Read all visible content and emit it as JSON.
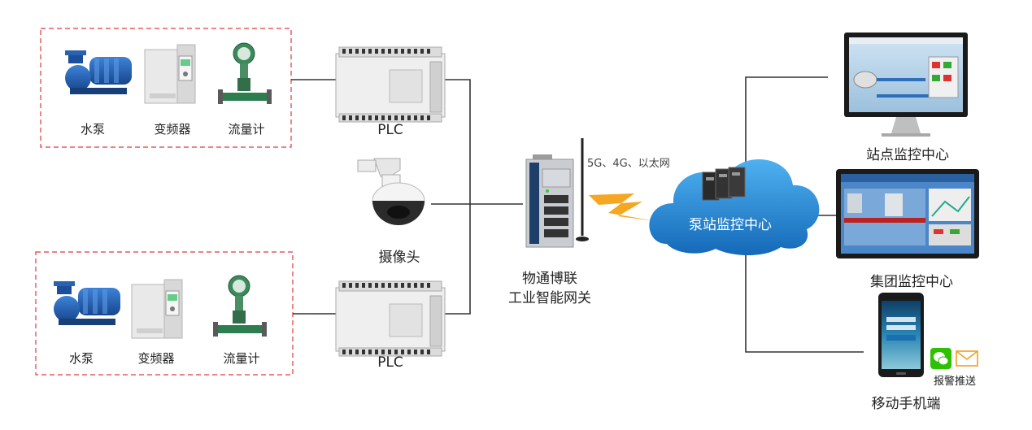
{
  "groups": [
    {
      "devices": [
        {
          "label": "水泵",
          "icon": "water-pump-icon"
        },
        {
          "label": "变频器",
          "icon": "frequency-converter-icon"
        },
        {
          "label": "流量计",
          "icon": "flow-meter-icon"
        }
      ],
      "plc_label": "PLC"
    },
    {
      "devices": [
        {
          "label": "水泵",
          "icon": "water-pump-icon"
        },
        {
          "label": "变频器",
          "icon": "frequency-converter-icon"
        },
        {
          "label": "流量计",
          "icon": "flow-meter-icon"
        }
      ],
      "plc_label": "PLC"
    }
  ],
  "camera": {
    "label": "摄像头",
    "icon": "camera-icon"
  },
  "gateway": {
    "line1": "物通博联",
    "line2": "工业智能网关",
    "network": "5G、4G、以太网"
  },
  "cloud": {
    "label": "泵站监控中心",
    "icon": "cloud-server-icon"
  },
  "endpoints": {
    "site": {
      "label": "站点监控中心"
    },
    "group": {
      "label": "集团监控中心"
    },
    "mobile": {
      "label": "移动手机端",
      "alert": "报警推送"
    }
  },
  "colors": {
    "dashed_border": "#e0393e",
    "line": "#333333",
    "cloud": "#1e88d6",
    "lightning": "#f5a623",
    "pump": "#1f5fb5",
    "meter": "#2e7d4f"
  }
}
